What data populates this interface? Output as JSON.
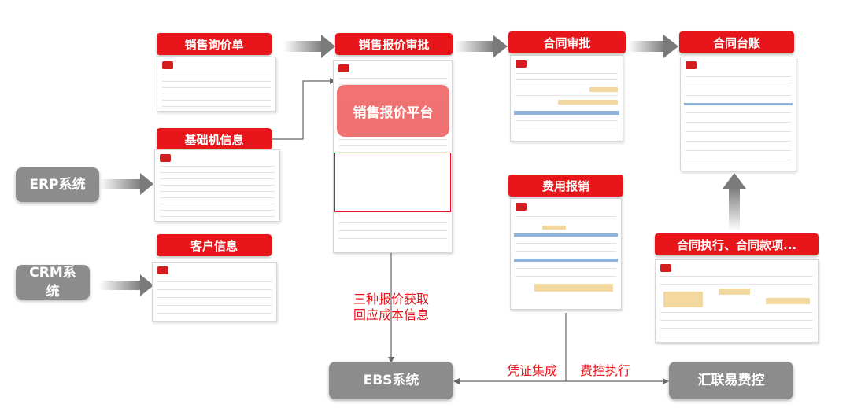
{
  "labels": {
    "sales_inquiry": "销售询价单",
    "quote_approval": "销售报价审批",
    "contract_approval": "合同审批",
    "contract_ledger": "合同台账",
    "base_machine_info": "基础机信息",
    "customer_info": "客户信息",
    "expense_reimbursement": "费用报销",
    "contract_execution": "合同执行、合同款项...",
    "sales_quote_platform": "销售报价平台"
  },
  "systems": {
    "erp": "ERP系统",
    "crm_line1": "CRM系",
    "crm_line2": "统",
    "ebs": "EBS系统",
    "huilian": "汇联易费控"
  },
  "annotations": {
    "three_quotes_line1": "三种报价获取",
    "three_quotes_line2": "回应成本信息",
    "voucher_integration": "凭证集成",
    "expense_control": "费控执行"
  },
  "colors": {
    "label_red": "#e8161b",
    "system_gray": "#8c8c8c",
    "arrow_gray": "#8a8a8a"
  }
}
